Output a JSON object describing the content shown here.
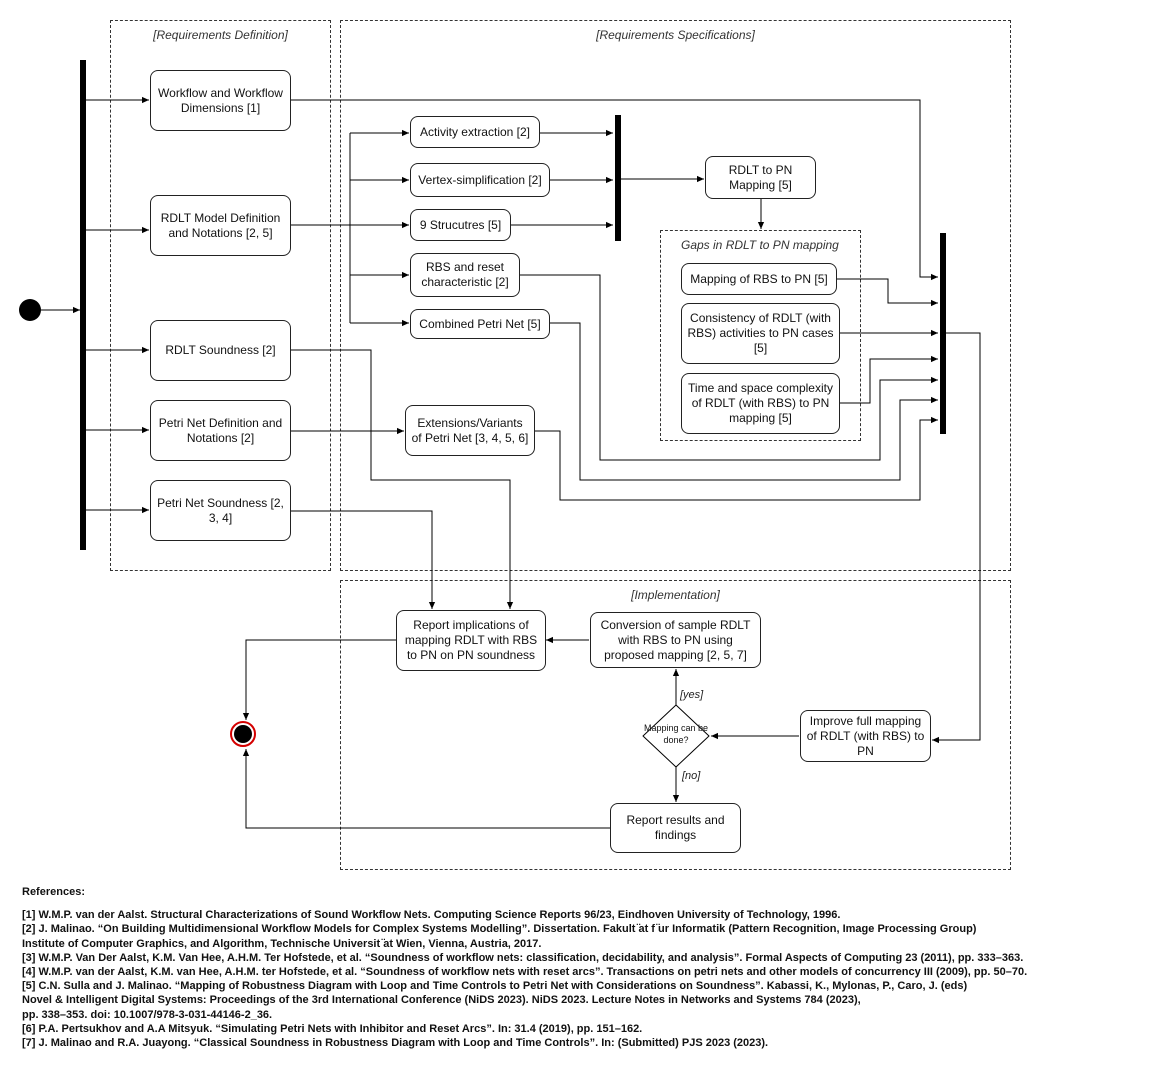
{
  "regions": {
    "definition": "[Requirements Definition]",
    "specifications": "[Requirements Specifications]",
    "implementation": "[Implementation]",
    "gaps": "Gaps in RDLT to PN mapping"
  },
  "nodes": {
    "workflow": "Workflow and Workflow Dimensions [1]",
    "rdlt_model": "RDLT Model Definition and Notations [2, 5]",
    "rdlt_soundness": "RDLT Soundness [2]",
    "pn_definition": "Petri Net Definition and Notations [2]",
    "pn_soundness": "Petri Net Soundness [2, 3, 4]",
    "activity_extraction": "Activity extraction [2]",
    "vertex_simplification": "Vertex-simplification [2]",
    "structures": "9 Strucutres [5]",
    "rbs_reset": "RBS and reset characteristic [2]",
    "combined_pn": "Combined Petri Net [5]",
    "extensions": "Extensions/Variants of Petri Net [3, 4, 5, 6]",
    "rdlt_to_pn": "RDLT to PN Mapping [5]",
    "mapping_rbs": "Mapping of RBS to PN [5]",
    "consistency": "Consistency of RDLT (with RBS) activities to PN cases [5]",
    "complexity": "Time and space complexity of RDLT (with RBS) to PN mapping [5]",
    "report_implications": "Report implications of mapping RDLT with RBS to PN on PN soundness",
    "conversion": "Conversion of sample RDLT with RBS to PN using proposed mapping [2, 5, 7]",
    "improve": "Improve full mapping of RDLT (with RBS) to PN",
    "decision": "Mapping can be done?",
    "report_results": "Report results and findings"
  },
  "guards": {
    "yes": "[yes]",
    "no": "[no]"
  },
  "references": {
    "title": "References:",
    "lines": [
      "[1] W.M.P. van der Aalst. Structural Characterizations of Sound Workflow Nets. Computing Science Reports 96/23, Eindhoven University of Technology, 1996.",
      "[2] J. Malinao. “On Building Multidimensional Workflow Models for Complex Systems Modelling”. Dissertation. Fakult ̈at f ̈ur Informatik (Pattern Recognition, Image Processing Group)",
      "Institute of Computer Graphics, and Algorithm, Technische Universit ̈at Wien, Vienna, Austria, 2017.",
      "[3] W.M.P. Van Der Aalst, K.M. Van Hee, A.H.M. Ter Hofstede, et al. “Soundness of workflow nets: classification, decidability, and analysis”. Formal Aspects of Computing 23 (2011), pp. 333–363.",
      "[4] W.M.P. van der Aalst, K.M. van Hee, A.H.M. ter Hofstede, et al. “Soundness of workflow nets with reset arcs”. Transactions on petri nets and other models of concurrency III (2009), pp. 50–70.",
      "[5] C.N. Sulla and J. Malinao. “Mapping of Robustness Diagram with Loop and Time Controls to Petri Net with Considerations on Soundness”. Kabassi, K., Mylonas, P., Caro, J. (eds)",
      "Novel & Intelligent Digital Systems: Proceedings of the 3rd International Conference (NiDS 2023). NiDS 2023. Lecture Notes in Networks and Systems 784 (2023),",
      "pp. 338–353. doi: 10.1007/978-3-031-44146-2_36.",
      "[6] P.A. Pertsukhov and A.A Mitsyuk. “Simulating Petri Nets with Inhibitor and Reset Arcs”. In: 31.4 (2019), pp. 151–162.",
      "[7] J. Malinao and R.A. Juayong. “Classical Soundness in Robustness Diagram with Loop and Time Controls”. In: (Submitted) PJS 2023 (2023)."
    ]
  }
}
